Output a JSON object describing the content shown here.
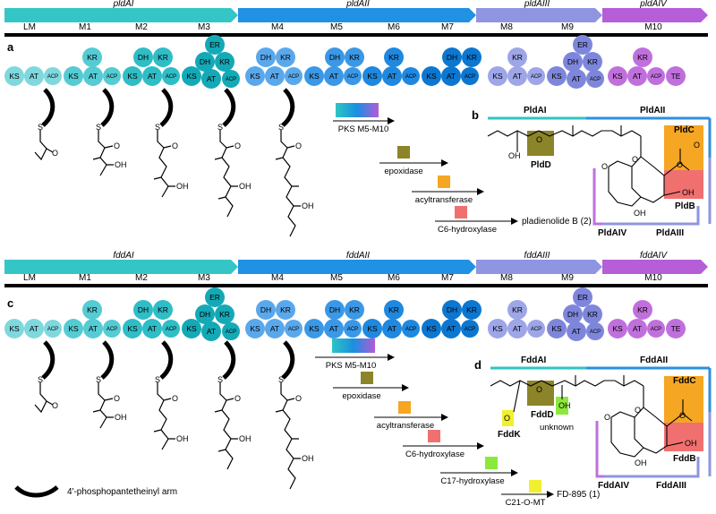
{
  "pld": {
    "gene_labels": [
      "pldAI",
      "pldAII",
      "pldAIII",
      "pldAIV"
    ],
    "gene_colors": [
      "#2ec4c4",
      "#1a8fe0",
      "#8c8fdd",
      "#b45ad8"
    ],
    "module_labels": [
      "LM",
      "M1",
      "M2",
      "M3",
      "M4",
      "M5",
      "M6",
      "M7",
      "M8",
      "M9",
      "M10"
    ],
    "panel_a": "a",
    "panel_b": "b",
    "domains": {
      "lm": [
        "KS",
        "AT",
        "ACP"
      ],
      "m1": [
        "KS",
        "AT",
        "KR",
        "ACP"
      ],
      "m2": [
        "KS",
        "AT",
        "DH",
        "KR",
        "ACP"
      ],
      "m3": [
        "KS",
        "AT",
        "DH",
        "ER",
        "KR",
        "ACP"
      ]
    },
    "steps": [
      "PKS M5-M10",
      "epoxidase",
      "acyltransferase",
      "C6-hydroxylase"
    ],
    "product": "pladienolide B (2)",
    "struct": {
      "bracket_labels": [
        "PldAI",
        "PldAII",
        "PldAIV",
        "PldAIII"
      ],
      "enzymes": [
        "PldC",
        "PldD",
        "PldB"
      ],
      "oh": [
        "OH",
        "OH",
        "OH"
      ],
      "o": [
        "O",
        "O",
        "O",
        "O",
        "O"
      ]
    }
  },
  "fdd": {
    "gene_labels": [
      "fddAI",
      "fddAII",
      "fddAIII",
      "fddAIV"
    ],
    "module_labels": [
      "LM",
      "M1",
      "M2",
      "M3",
      "M4",
      "M5",
      "M6",
      "M7",
      "M8",
      "M9",
      "M10"
    ],
    "panel_c": "c",
    "panel_d": "d",
    "steps": [
      "PKS M5-M10",
      "epoxidase",
      "acyltransferase",
      "C6-hydroxylase",
      "C17-hydroxylase",
      "C21-O-MT"
    ],
    "product": "FD-895 (1)",
    "struct": {
      "bracket_labels": [
        "FddAI",
        "FddAII",
        "FddAIV",
        "FddAIII"
      ],
      "enzymes": [
        "FddC",
        "FddD",
        "FddK",
        "FddB"
      ],
      "unknown": "unknown",
      "oh": [
        "OH",
        "OH",
        "OH"
      ],
      "o": [
        "O",
        "O",
        "O",
        "O",
        "O"
      ]
    }
  },
  "legend": {
    "arm_label": "4'-phosphopantetheinyl arm"
  },
  "common": {
    "ks": "KS",
    "at": "AT",
    "acp": "ACP",
    "kr": "KR",
    "dh": "DH",
    "er": "ER",
    "te": "TE",
    "oh": "OH",
    "s": "S",
    "o": "O"
  },
  "colors": {
    "teal": "#25b8c8",
    "blue": "#2b8fe0",
    "lav": "#8c8fdd",
    "purple": "#b45ad8",
    "epoxidase": "#8c8428",
    "acyltransferase": "#f5a623",
    "c6": "#f07070",
    "c17": "#8ce83a",
    "c21": "#f0f030"
  }
}
